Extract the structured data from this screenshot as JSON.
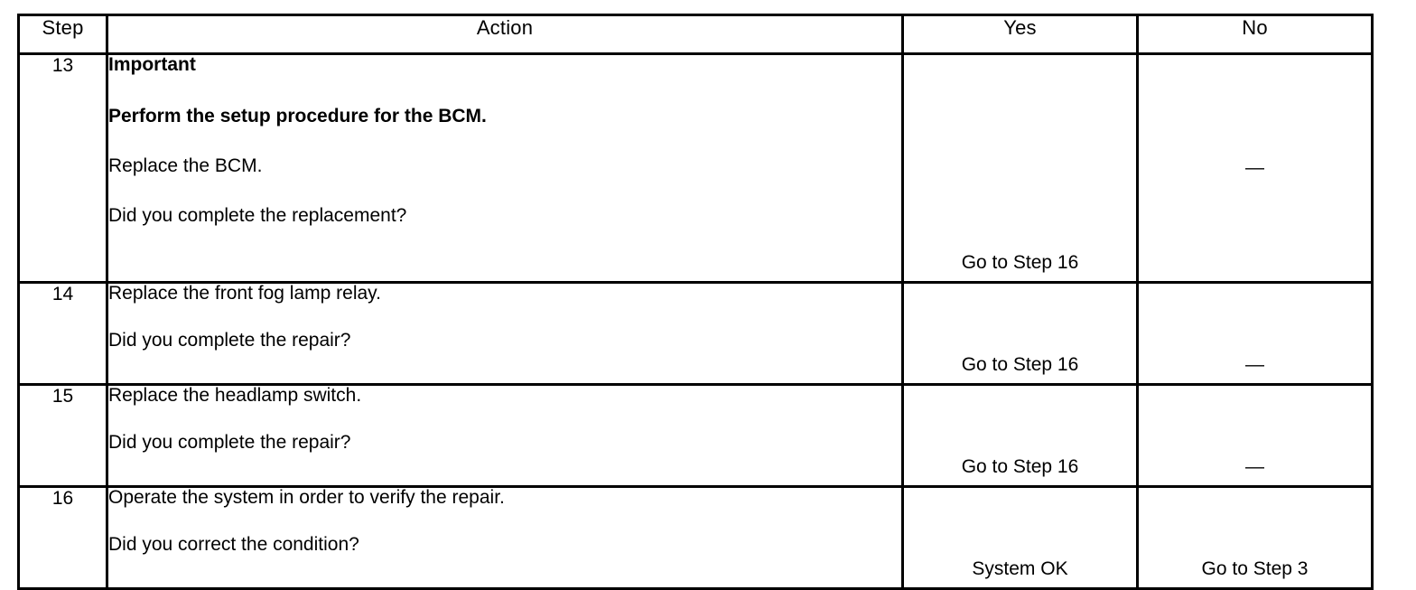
{
  "table": {
    "headers": {
      "step": "Step",
      "action": "Action",
      "yes": "Yes",
      "no": "No"
    },
    "rows": [
      {
        "step": "13",
        "action_lines": [
          {
            "text": "Important",
            "bold": true
          },
          {
            "text": "Perform the setup procedure for the BCM.",
            "bold": true
          },
          {
            "text": "Replace the BCM.",
            "bold": false
          },
          {
            "text": "Did you complete the replacement?",
            "bold": false
          }
        ],
        "yes": "Go to Step 16",
        "no": "—"
      },
      {
        "step": "14",
        "action_lines": [
          {
            "text": "Replace the front fog lamp relay.",
            "bold": false
          },
          {
            "text": "Did you complete the repair?",
            "bold": false
          }
        ],
        "yes": "Go to Step 16",
        "no": "—"
      },
      {
        "step": "15",
        "action_lines": [
          {
            "text": "Replace the headlamp switch.",
            "bold": false
          },
          {
            "text": "Did you complete the repair?",
            "bold": false
          }
        ],
        "yes": "Go to Step 16",
        "no": "—"
      },
      {
        "step": "16",
        "action_lines": [
          {
            "text": "Operate the system in order to verify the repair.",
            "bold": false
          },
          {
            "text": "Did you correct the condition?",
            "bold": false
          }
        ],
        "yes": "System OK",
        "no": "Go to Step 3"
      }
    ]
  },
  "colors": {
    "border": "#000000",
    "text": "#000000",
    "background": "#ffffff"
  }
}
